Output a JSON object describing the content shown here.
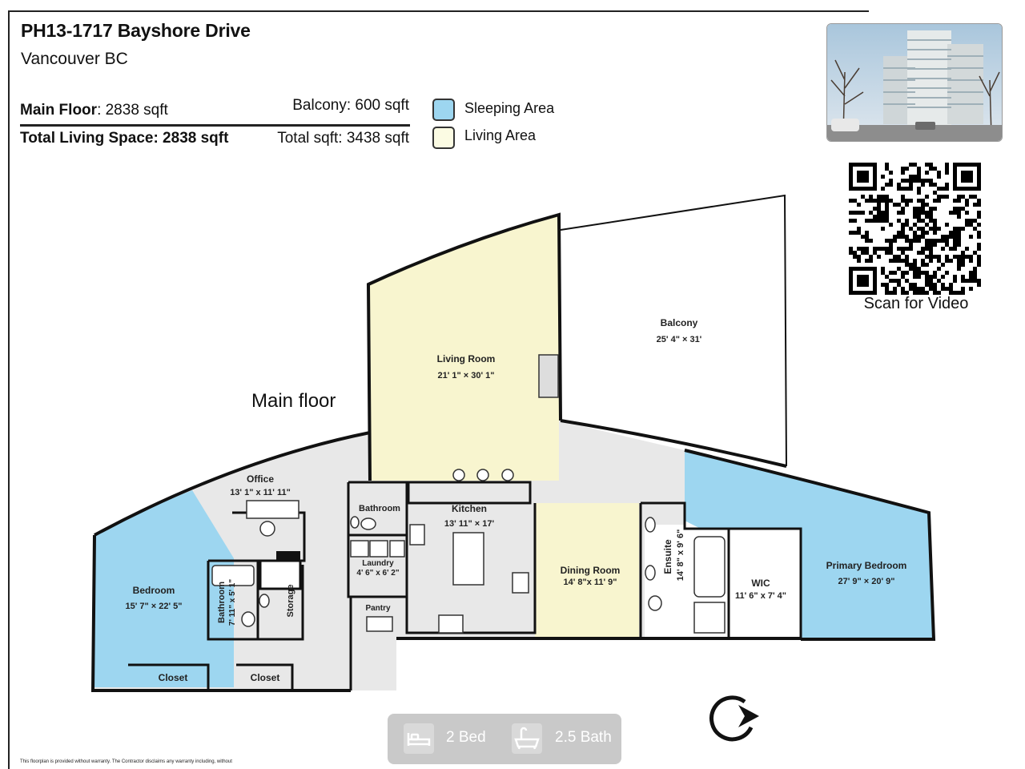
{
  "header": {
    "address": "PH13-1717 Bayshore Drive",
    "city": "Vancouver BC"
  },
  "stats": {
    "main_floor_label": "Main Floor",
    "main_floor_value": ": 2838 sqft",
    "balcony": "Balcony: 600 sqft",
    "total_living": "Total Living Space: 2838 sqft",
    "total_sqft": "Total sqft: 3438 sqft"
  },
  "legend": [
    {
      "label": "Sleeping Area",
      "color": "#9dd6f0"
    },
    {
      "label": "Living Area",
      "color": "#fbfbe3"
    }
  ],
  "qr": {
    "caption": "Scan for Video"
  },
  "plan": {
    "floor_label": "Main floor",
    "colors": {
      "sleeping": "#9dd6f0",
      "living": "#f8f5cf",
      "common": "#e8e8e8",
      "wall": "#111111"
    },
    "rooms": {
      "living": {
        "name": "Living Room",
        "dims": "21' 1\" × 30' 1\""
      },
      "balcony": {
        "name": "Balcony",
        "dims": "25' 4\" × 31'"
      },
      "office": {
        "name": "Office",
        "dims": "13' 1\" x 11' 11\""
      },
      "bathroom_top": {
        "name": "Bathroom"
      },
      "kitchen": {
        "name": "Kitchen",
        "dims": "13' 11\" × 17'"
      },
      "laundry": {
        "name": "Laundry",
        "dims": "4' 6\" x 6' 2\""
      },
      "pantry": {
        "name": "Pantry"
      },
      "dining": {
        "name": "Dining Room",
        "dims": "14' 8\"x 11' 9\""
      },
      "ensuite": {
        "name": "Ensuite",
        "dims": "14' 8\" x 9' 6\""
      },
      "wic": {
        "name": "WIC",
        "dims": "11' 6\" x 7' 4\""
      },
      "primary": {
        "name": "Primary Bedroom",
        "dims": "27' 9\" × 20' 9\""
      },
      "bedroom": {
        "name": "Bedroom",
        "dims": "15' 7\" × 22' 5\""
      },
      "bathroom_side": {
        "name": "Bathroom",
        "dims": "7' 11\" x 5' 1\""
      },
      "storage": {
        "name": "Storage"
      },
      "closet_1": {
        "name": "Closet"
      },
      "closet_2": {
        "name": "Closet"
      }
    }
  },
  "summary": {
    "bed": "2 Bed",
    "bath": "2.5 Bath",
    "bed_icon": "bed-icon",
    "bath_icon": "bathtub-icon"
  },
  "disclaimer": "This floorplan is provided without warranty. The Contractor disclaims any warranty including, without"
}
